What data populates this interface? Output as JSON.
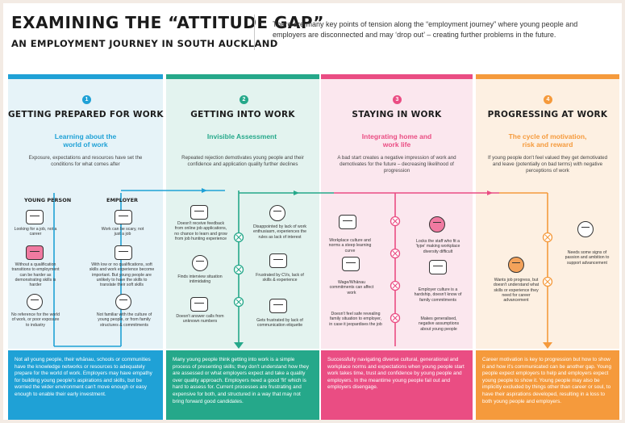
{
  "header": {
    "title": "EXAMINING THE “ATTITUDE GAP”",
    "subtitle": "AN EMPLOYMENT JOURNEY IN SOUTH AUCKLAND",
    "intro": "There are many key points of tension along the “employment journey” where young people and employers are disconnected and may ‘drop out’ – creating further problems in the future."
  },
  "colors": {
    "blue": "#1fa1d6",
    "green": "#25a88a",
    "pink": "#ea4d83",
    "orange": "#f59a3c"
  },
  "stages": [
    {
      "number": "1",
      "title": "GETTING PREPARED FOR WORK",
      "subtitle": "Learning about the world of work",
      "description": "Exposure, expectations and resources have set the conditions for what comes after",
      "footer": "Not all young people, their whānau, schools or communities have the knowledge networks or resources to adequately prepare for the world of work. Employers may have empathy for building young people's aspirations and skills, but be worried the wider environment can't move enough or easy enough to enable their early investment."
    },
    {
      "number": "2",
      "title": "GETTING INTO WORK",
      "subtitle": "Invisible Assessment",
      "description": "Repeated rejection demotivates young people and their confidence and application quality further declines",
      "footer": "Many young people think getting into work is a simple process of presenting skills; they don't understand how they are assessed or what employers expect and take a quality over quality approach. Employers need a good 'fit' which is hard to assess for. Current processes are frustrating and expensive for both, and structured in a way that may not bring forward good candidates."
    },
    {
      "number": "3",
      "title": "STAYING IN WORK",
      "subtitle": "Integrating home and work life",
      "description": "A bad start creates a negative impression of work and demotivates for the future – decreasing likelihood of progression",
      "footer": "Successfully navigating diverse cultural, generational and workplace norms and expectations when young people start work takes time, trust and confidence by young people and employers. In the meantime young people fail out and employers disengage."
    },
    {
      "number": "4",
      "title": "PROGRESSING AT WORK",
      "subtitle": "The cycle of motivation, risk and reward",
      "description": "If young people don't feel valued they get demotivated and leave (potentially on bad terms) with negative perceptions of work",
      "footer": "Career motivation is key to progression but how to show it and how it's communicated can be another gap. Young people expect employers to help and employers expect young people to show it. Young people may also be implicitly excluded by things other than career or soul, to have their aspirations developed, resulting in a loss to both young people and employers."
    }
  ],
  "col1": {
    "young_person": "YOUNG PERSON",
    "employer": "EMPLOYER",
    "cap1": "Looking for a job, not a career",
    "cap2": "Work can be scary, not just a job",
    "cap3": "Without a qualification transitions to employment can be harder as demonstrating skills is harder",
    "cap4": "With low or no qualifications, soft skills and work experience become important. But young people are unlikely to have the skills to translate their soft skills",
    "cap5": "No reference for the world of work, or poor exposure to industry",
    "cap6": "Not familiar with the culture of young people, or from family structures & commitments"
  },
  "col2": {
    "cap1": "Doesn't receive feedback from online job applications, no chance to learn and grow from job hunting experience",
    "cap2": "Disappointed by lack of work enthusiasm, experiences the rules as lack of interest",
    "cap3": "Finds interview situation intimidating",
    "cap4": "Frustrated by CVs, lack of skills & experience",
    "cap5": "Doesn't answer calls from unknown numbers",
    "cap6": "Gets frustrated by lack of communication etiquette"
  },
  "col3": {
    "cap1": "Workplace culture and norms a steep learning curve",
    "cap2": "Locks the staff who fit a 'type' making workplace diversity difficult",
    "cap3": "Wage/Whānau commitments can affect work",
    "cap4": "Employer culture is a hardship, doesn't know of family commitments",
    "cap5": "Doesn't feel safe revealing family situation to employer, in case it jeopardises the job",
    "cap6": "Makes generalised, negative assumptions about young people"
  },
  "col4": {
    "cap1": "Wants job progress, but doesn't understand what skills or experience they need for career advancement",
    "cap2": "Needs some signs of passion and ambition to support advancement"
  }
}
